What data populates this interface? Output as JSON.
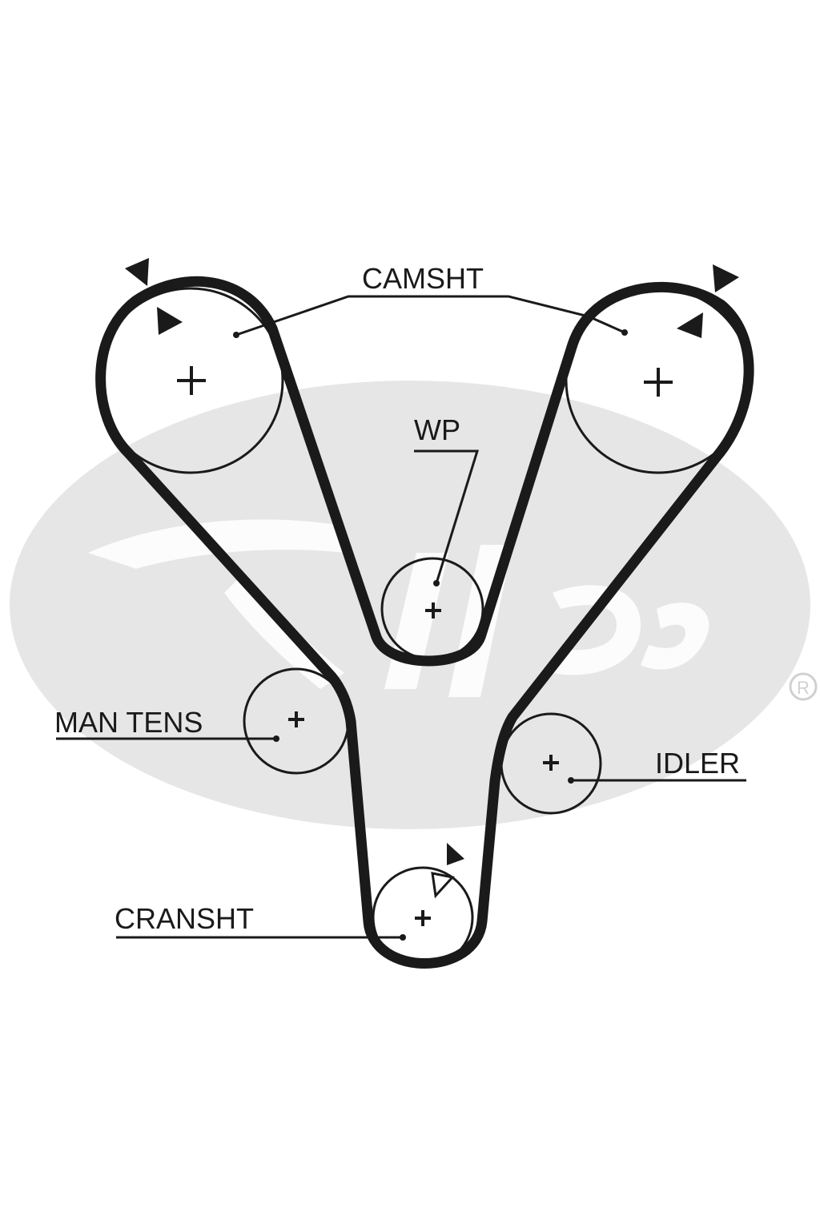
{
  "diagram": {
    "labels": {
      "camshaft": "CAMSHT",
      "water_pump": "WP",
      "manual_tensioner": "MAN TENS",
      "idler": "IDLER",
      "crankshaft": "CRANSHT"
    },
    "watermark": {
      "brand": "Gates",
      "registered_mark": "®"
    },
    "colors": {
      "ink": "#1a1a1a",
      "watermark": "#e6e6e6",
      "background": "#ffffff"
    },
    "icons": {
      "pulley_center": "plus-icon",
      "timing_mark": "triangle-marker-icon"
    }
  }
}
